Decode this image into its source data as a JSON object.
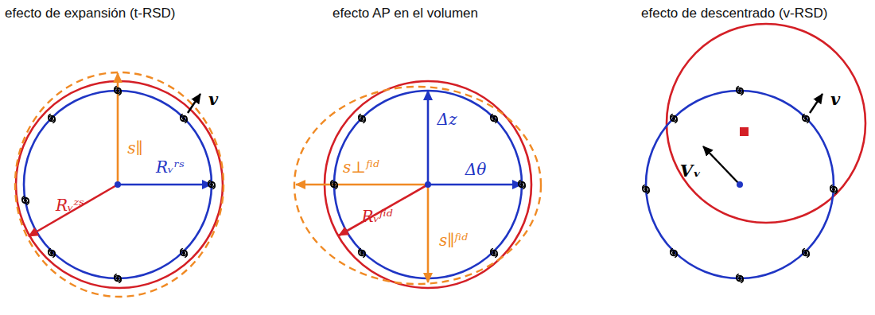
{
  "diagram": {
    "labels": [
      "efecto de expansión (t-RSD)",
      "efecto AP en el volumen",
      "efecto de descentrado (v-RSD)",
      "v",
      "s∥",
      "Rᵥᶻˢ",
      "Rᵥʳˢ",
      "Δz",
      "Δθ",
      "s⊥ᶠⁱᵈ",
      "Rᵥᶠⁱᵈ",
      "s∥ᶠⁱᵈ",
      "v",
      "Vᵥ"
    ]
  }
}
